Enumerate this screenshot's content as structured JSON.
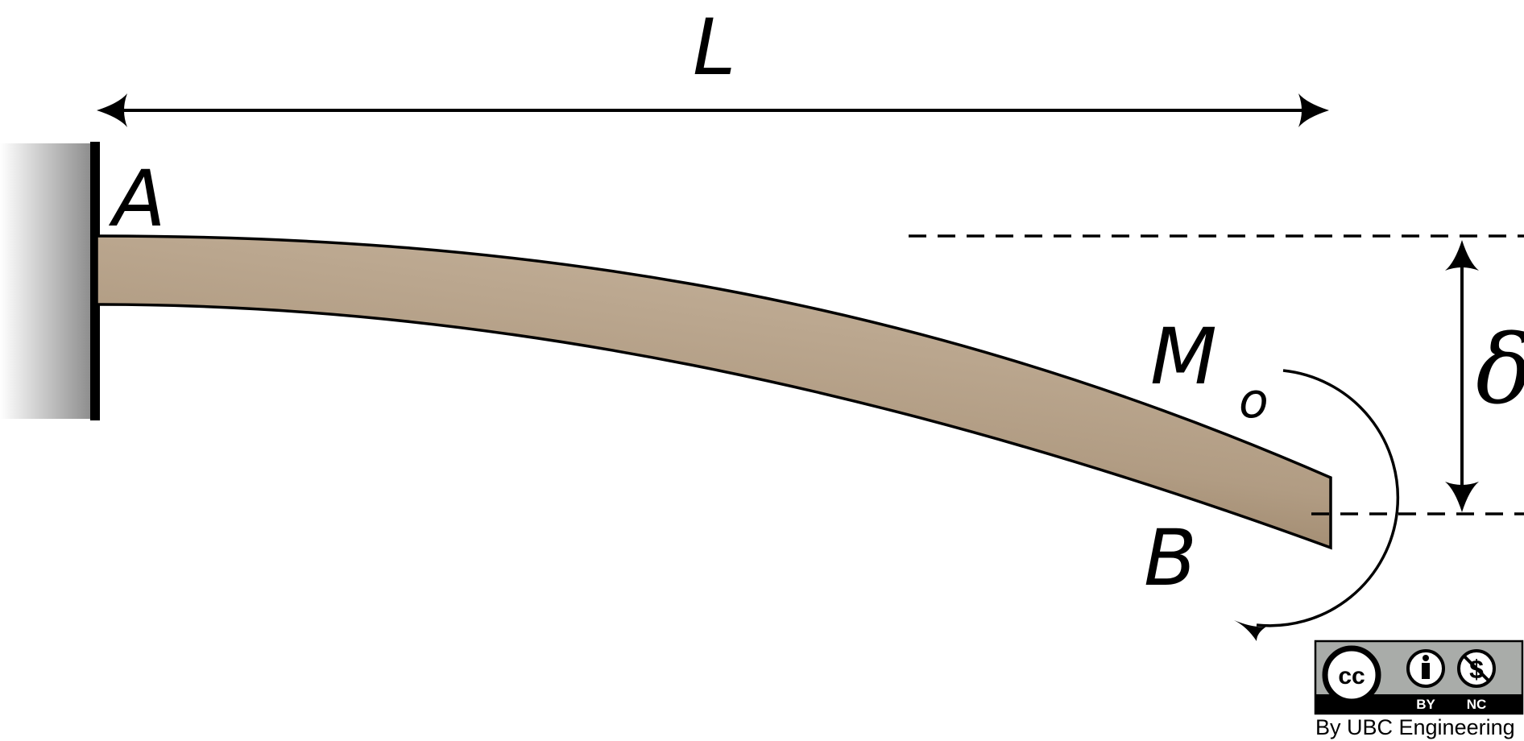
{
  "labels": {
    "length": "L",
    "point_a": "A",
    "point_b": "B",
    "moment": "M",
    "moment_subscript": "o",
    "deflection": "δ"
  },
  "license": {
    "cc": "cc",
    "by": "BY",
    "nc": "NC",
    "credit": "By UBC Engineering"
  },
  "colors": {
    "beam_dark": "#7d6446",
    "beam_light": "#c4b19a",
    "wall_dark": "#8a8a8a",
    "badge_gray": "#a9aca9"
  }
}
